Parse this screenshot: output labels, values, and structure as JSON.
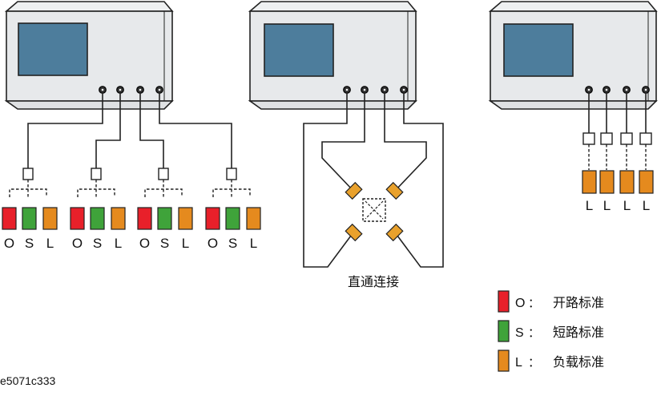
{
  "instruments": [
    {
      "name": "analyzer-left"
    },
    {
      "name": "analyzer-center"
    },
    {
      "name": "analyzer-right"
    }
  ],
  "osl_groups": [
    {
      "labels": [
        "O",
        "S",
        "L"
      ]
    },
    {
      "labels": [
        "O",
        "S",
        "L"
      ]
    },
    {
      "labels": [
        "O",
        "S",
        "L"
      ]
    },
    {
      "labels": [
        "O",
        "S",
        "L"
      ]
    }
  ],
  "load_labels": [
    "L",
    "L",
    "L",
    "L"
  ],
  "thru_caption": "直通连接",
  "legend": [
    {
      "key": "O",
      "colon": "：",
      "text": "开路标准",
      "color": "#e8202a"
    },
    {
      "key": "S",
      "colon": "：",
      "text": "短路标准",
      "color": "#3fa33a"
    },
    {
      "key": "L",
      "colon": "：",
      "text": "负载标准",
      "color": "#e58a1e"
    }
  ],
  "figure_id": "e5071c333",
  "colors": {
    "open": "#e8202a",
    "short": "#3fa33a",
    "load": "#e58a1e",
    "screen": "#4d7d9c",
    "body": "#e7e9eb",
    "stroke": "#222222"
  }
}
